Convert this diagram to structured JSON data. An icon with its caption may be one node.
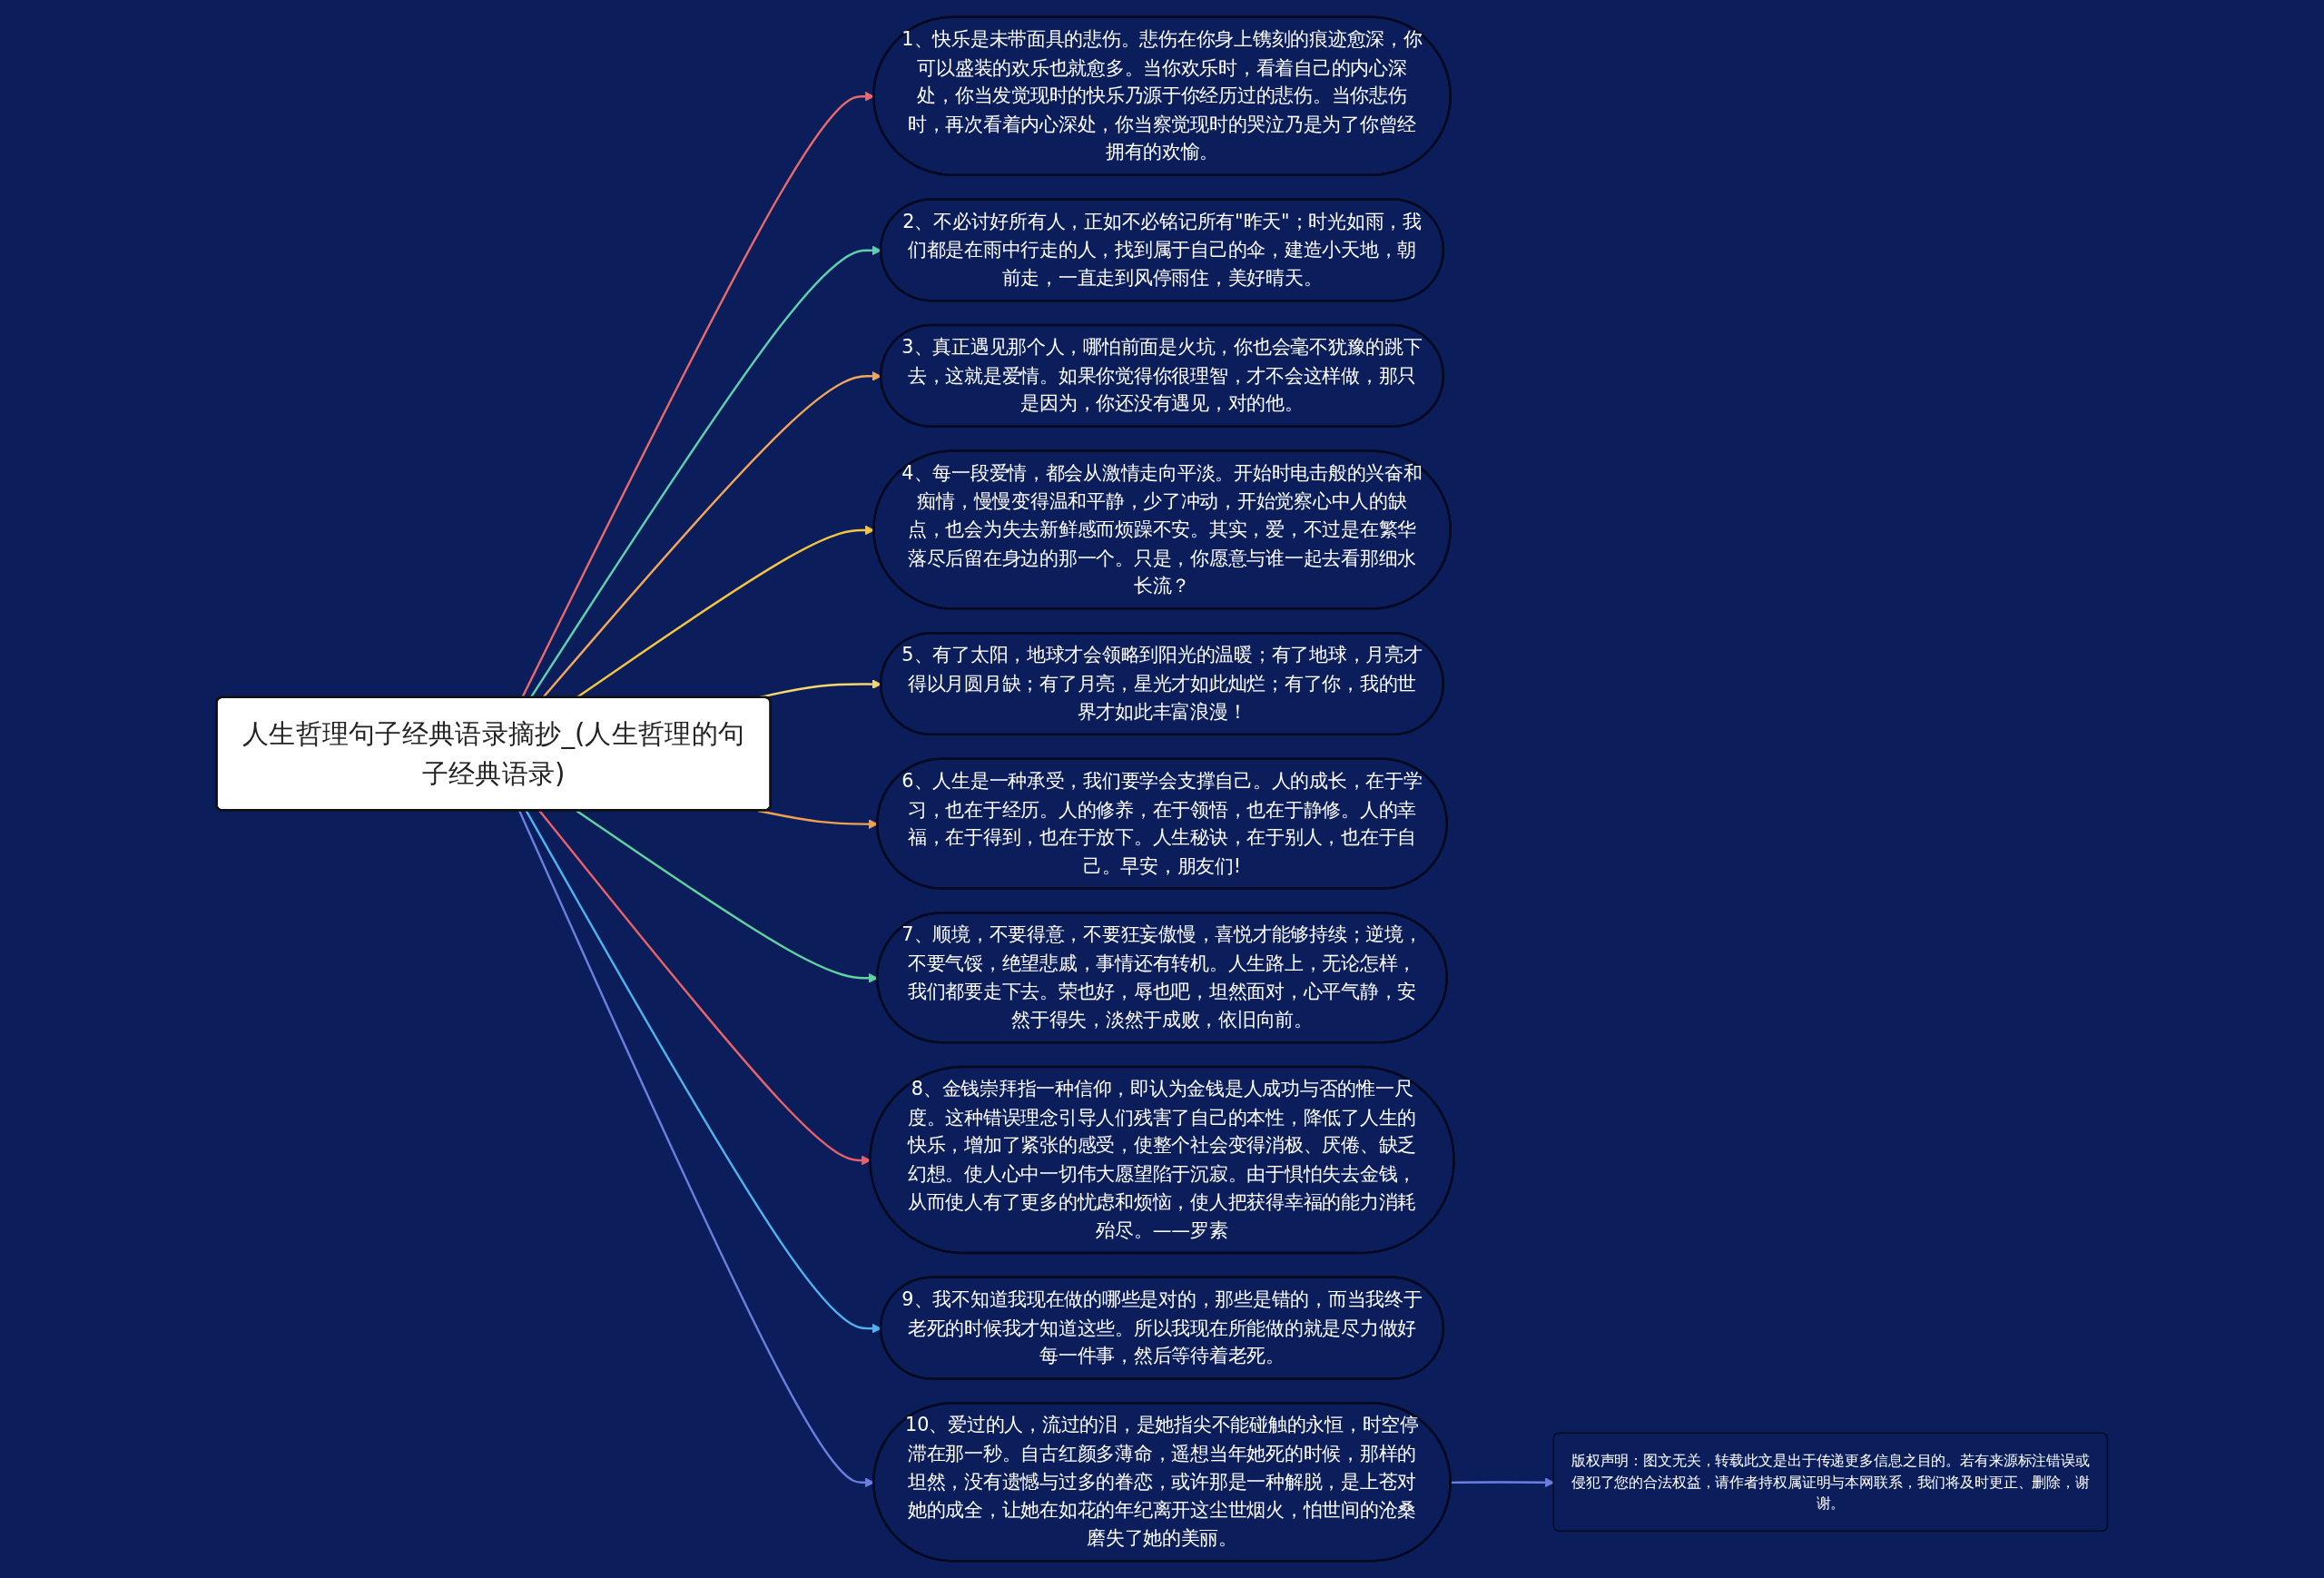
{
  "diagram": {
    "nodes": [
      {
        "text": [
          "人生哲理句子经典语录摘抄_(人生哲理的句子经典语录)"
        ]
      },
      {
        "text": [
          "1、快乐是未带面具的悲伤。悲伤在你身上镌刻的痕迹愈深，你可以盛装的欢乐也就愈多。当你欢乐时，看着自己的内心深处，你当发觉现时的快乐乃源于你经历过的悲伤。当你悲伤时，再次看着内心深处，你当察觉现时的哭泣乃是为了你曾经拥有的欢愉。"
        ]
      },
      {
        "text": [
          "2、不必讨好所有人，正如不必铭记所有\"昨天\"；时光如雨，我们都是在雨中行走的人，找到属于自己的伞，建造小天地，朝前走，一直走到风停雨住，美好晴天。"
        ]
      },
      {
        "text": [
          "3、真正遇见那个人，哪怕前面是火坑，你也会毫不犹豫的跳下去，这就是爱情。如果你觉得你很理智，才不会这样做，那只是因为，你还没有遇见，对的他。"
        ]
      },
      {
        "text": [
          "4、每一段爱情，都会从激情走向平淡。开始时电击般的兴奋和痴情，慢慢变得温和平静，少了冲动，开始觉察心中人的缺点，也会为失去新鲜感而烦躁不安。其实，爱，不过是在繁华落尽后留在身边的那一个。只是，你愿意与谁一起去看那细水长流？"
        ]
      },
      {
        "text": [
          "5、有了太阳，地球才会领略到阳光的温暖；有了地球，月亮才得以月圆月缺；有了月亮，星光才如此灿烂；有了你，我的世界才如此丰富浪漫！"
        ]
      },
      {
        "text": [
          "6、人生是一种承受，我们要学会支撑自己。人的成长，在于学习，也在于经历。人的修养，在于领悟，也在于静修。人的幸福，在于得到，也在于放下。人生秘诀，在于别人，也在于自己。早安，朋友们!"
        ]
      },
      {
        "text": [
          "7、顺境，不要得意，不要狂妄傲慢，喜悦才能够持续；逆境，不要气馁，绝望悲戚，事情还有转机。人生路上，无论怎样，我们都要走下去。荣也好，辱也吧，坦然面对，心平气静，安然于得失，淡然于成败，依旧向前。"
        ]
      },
      {
        "text": [
          "8、金钱崇拜指一种信仰，即认为金钱是人成功与否的惟一尺度。这种错误理念引导人们残害了自己的本性，降低了人生的快乐，增加了紧张的感受，使整个社会变得消极、厌倦、缺乏幻想。使人心中一切伟大愿望陷于沉寂。由于惧怕失去金钱，从而使人有了更多的忧虑和烦恼，使人把获得幸福的能力消耗殆尽。——罗素"
        ]
      },
      {
        "text": [
          "9、我不知道我现在做的哪些是对的，那些是错的，而当我终于老死的时候我才知道这些。所以我现在所能做的就是尽力做好每一件事，然后等待着老死。"
        ]
      },
      {
        "text": [
          "10、爱过的人，流过的泪，是她指尖不能碰触的永恒，时空停滞在那一秒。自古红颜多薄命，遥想当年她死的时候，那样的坦然，没有遗憾与过多的眷恋，或许那是一种解脱，是上苍对她的成全，让她在如花的年纪离开这尘世烟火，怕世间的沧桑磨失了她的美丽。"
        ]
      },
      {
        "text": [
          "版权声明：图文无关，转载此文是出于传递更多信息之目的。若有来源标注错误或侵犯了您的合法权益，请作者持权属证明与本网联系，我们将及时更正、删除，谢谢。"
        ]
      }
    ],
    "edges": [
      {
        "from": 0,
        "to": 1,
        "arrow": "to",
        "color": "#e8696b"
      },
      {
        "from": 0,
        "to": 2,
        "arrow": "to",
        "color": "#5fcfb0"
      },
      {
        "from": 0,
        "to": 3,
        "arrow": "to",
        "color": "#f2a65a"
      },
      {
        "from": 0,
        "to": 4,
        "arrow": "to",
        "color": "#f5c542"
      },
      {
        "from": 0,
        "to": 5,
        "arrow": "to",
        "color": "#f5d76e"
      },
      {
        "from": 0,
        "to": 6,
        "arrow": "to",
        "color": "#f0a050"
      },
      {
        "from": 0,
        "to": 7,
        "arrow": "to",
        "color": "#5fd3a0"
      },
      {
        "from": 0,
        "to": 8,
        "arrow": "to",
        "color": "#e8626a"
      },
      {
        "from": 0,
        "to": 9,
        "arrow": "to",
        "color": "#4fb3f0"
      },
      {
        "from": 0,
        "to": 10,
        "arrow": "to",
        "color": "#6a7ee0"
      },
      {
        "from": 10,
        "to": 11,
        "arrow": "to",
        "color": "#6a7ee0"
      }
    ]
  }
}
